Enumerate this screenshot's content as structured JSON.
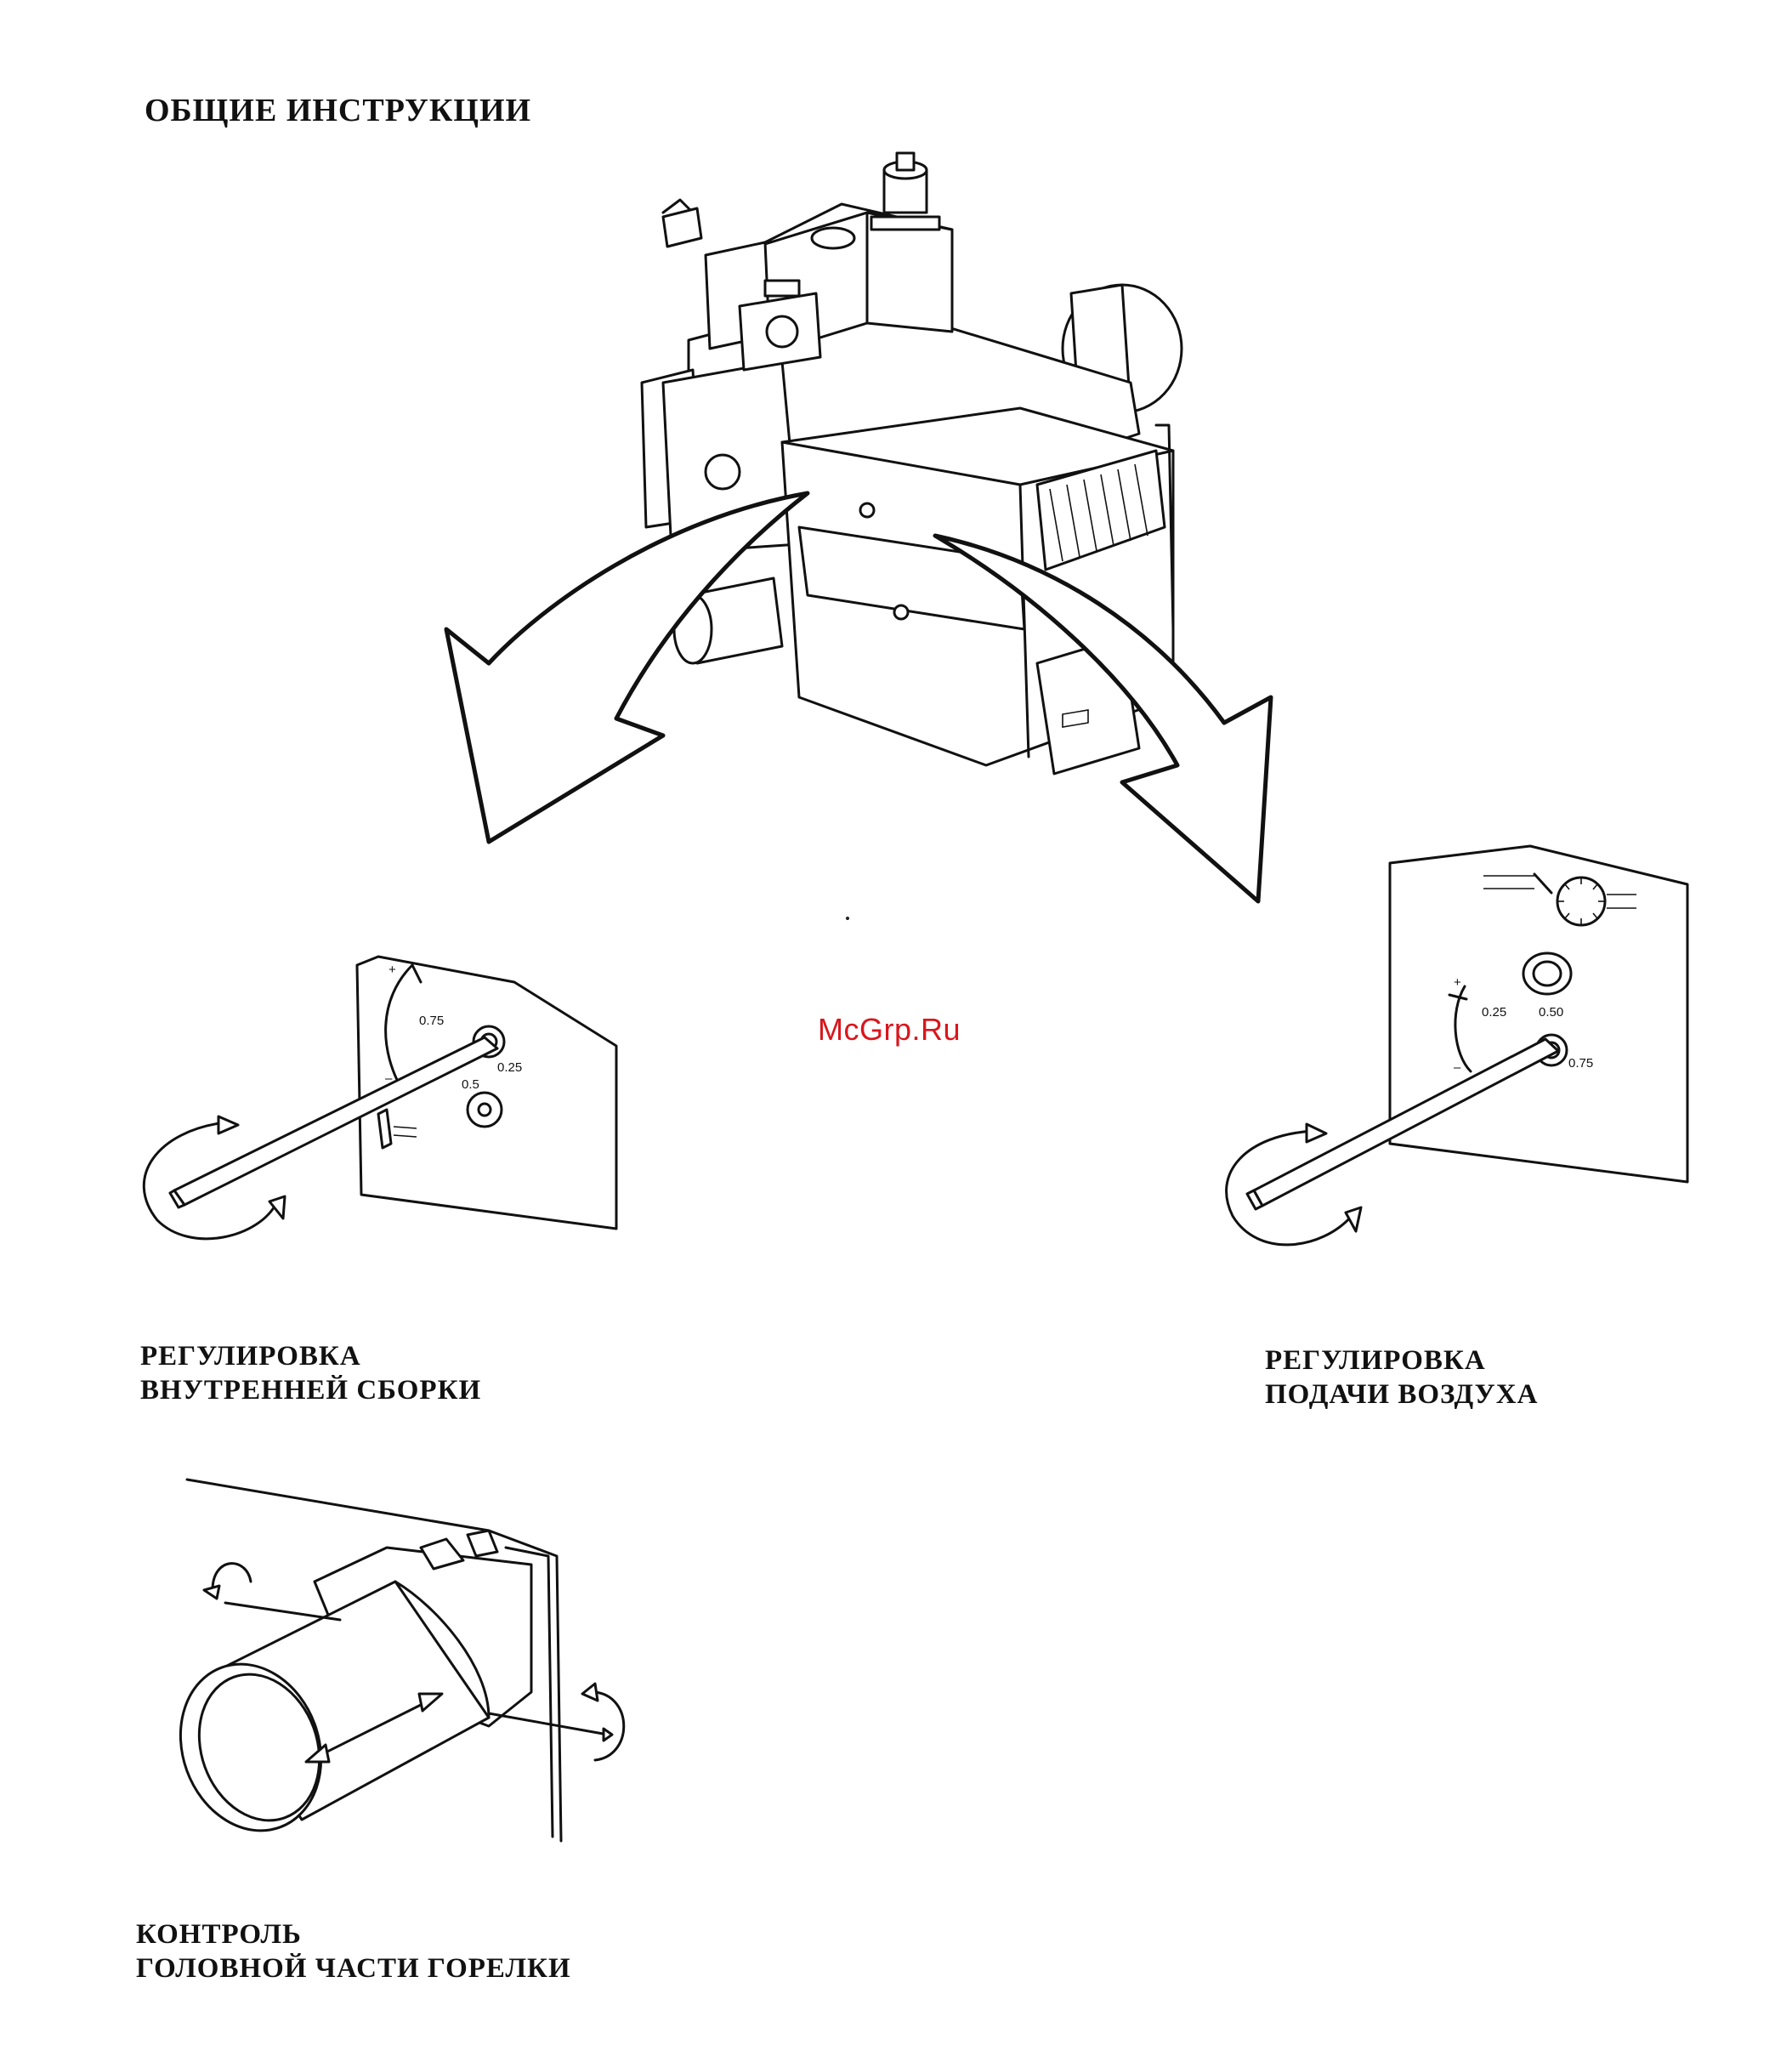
{
  "header": {
    "title": "ОБЩИЕ ИНСТРУКЦИИ"
  },
  "watermark": {
    "text": "McGrp.Ru",
    "color": "#d9161c"
  },
  "sections": [
    {
      "id": "inner",
      "lines": [
        "РЕГУЛИРОВКА",
        "ВНУТРЕННЕЙ СБОРКИ"
      ]
    },
    {
      "id": "air",
      "lines": [
        "РЕГУЛИРОВКА",
        "ПОДАЧИ ВОЗДУХА"
      ]
    },
    {
      "id": "head",
      "lines": [
        "КОНТРОЛЬ",
        "ГОЛОВНОЙ ЧАСТИ ГОРЕЛКИ"
      ]
    }
  ],
  "dials": {
    "inner": {
      "plus": "+",
      "minus": "–",
      "ticks": [
        "0.5",
        "0.75",
        "0.25"
      ]
    },
    "air": {
      "plus": "+",
      "minus": "–",
      "ticks": [
        "0.25",
        "0.50",
        "0.75"
      ]
    }
  }
}
